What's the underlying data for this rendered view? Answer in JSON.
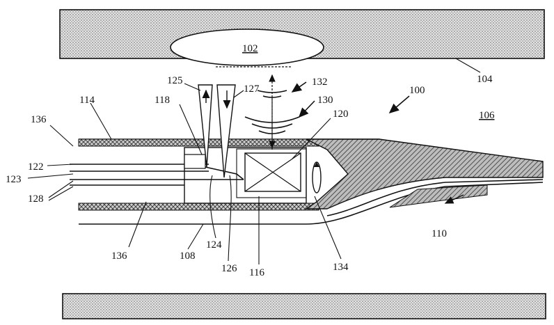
{
  "figure": {
    "type": "patent-drawing",
    "labels": {
      "l100": "100",
      "l102": "102",
      "l104": "104",
      "l106": "106",
      "l108": "108",
      "l110": "110",
      "l114": "114",
      "l116": "116",
      "l118": "118",
      "l120": "120",
      "l122": "122",
      "l123": "123",
      "l124": "124",
      "l125": "125",
      "l126": "126",
      "l127": "127",
      "l128": "128",
      "l130": "130",
      "l132": "132",
      "l134": "134",
      "l136a": "136",
      "l136b": "136"
    },
    "colors": {
      "ink": "#111111",
      "tissue_fill": "#d4d4d4",
      "hatch": "#333333"
    }
  }
}
